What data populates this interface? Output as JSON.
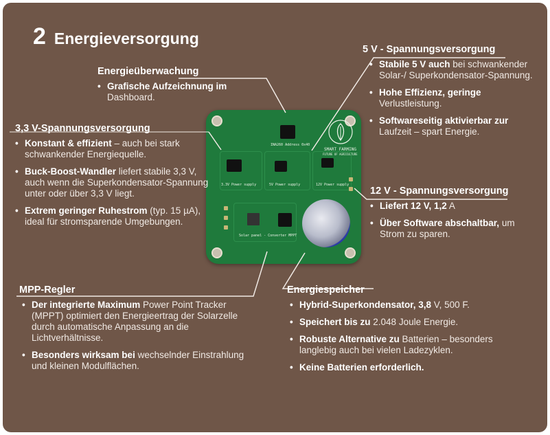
{
  "header": {
    "number": "2",
    "title": "Energieversorgung"
  },
  "board_labels": {
    "brand": "SMART FARMING",
    "brand_sub": "FUTURE OF AGRICULTURE",
    "ina_label": "INA260 Address 0x40",
    "supply_33": "3.3V Power supply",
    "supply_5": "5V Power supply",
    "supply_12": "12V Power supply",
    "mppt_label": "Solar panel - Converter MPPT"
  },
  "sections": {
    "ueberwachung": {
      "heading": "Energieüberwachung",
      "items": [
        {
          "bold": "Grafische Aufzeichnung im",
          "text": " Dashboard."
        }
      ]
    },
    "v33": {
      "heading": "3,3 V-Spannungsversorgung",
      "items": [
        {
          "bold": "Konstant & effizient",
          "text": " – auch bei stark schwankender Energiequelle."
        },
        {
          "bold": "Buck-Boost-Wandler",
          "text": " liefert stabile 3,3 V, auch wenn die Superkondensator-Spannung unter oder über 3,3 V liegt."
        },
        {
          "bold": "Extrem geringer Ruhestrom",
          "text": " (typ. 15 µA), ideal für stromsparende Umgebungen."
        }
      ]
    },
    "v5": {
      "heading": "5 V - Spannungsversorgung",
      "items": [
        {
          "bold": "Stabile 5 V auch",
          "text": " bei schwankender Solar-/ Superkondensator-Spannung."
        },
        {
          "bold": "Hohe Effizienz, geringe",
          "text": " Verlustleistung."
        },
        {
          "bold": "Softwareseitig aktivierbar zur",
          "text": " Laufzeit – spart Energie."
        }
      ]
    },
    "v12": {
      "heading": "12 V - Spannungsversorgung",
      "items": [
        {
          "bold": "Liefert 12 V, 1,2",
          "text": " A"
        },
        {
          "bold": "Über Software abschaltbar,",
          "text": " um Strom zu sparen."
        }
      ]
    },
    "mpp": {
      "heading": "MPP-Regler",
      "items": [
        {
          "bold": "Der integrierte Maximum",
          "text": " Power Point Tracker (MPPT) optimiert den Energieertrag der Solarzelle durch automatische Anpassung an die Lichtverhältnisse."
        },
        {
          "bold": "Besonders wirksam bei",
          "text": " wechselnder Einstrahlung und kleinen Modulflächen."
        }
      ]
    },
    "speicher": {
      "heading": "Energiespeicher",
      "items": [
        {
          "bold": "Hybrid-Superkondensator, 3,8",
          "text": " V, 500 F."
        },
        {
          "bold": "Speichert bis zu",
          "text": " 2.048 Joule Energie."
        },
        {
          "bold": "Robuste Alternative zu",
          "text": " Batterien – besonders langlebig auch bei vielen Ladezyklen."
        },
        {
          "bold": "Keine Batterien erforderlich.",
          "text": ""
        }
      ]
    }
  },
  "colors": {
    "background": "#6f5648",
    "pcb": "#1f7a3c",
    "text": "#ffffff"
  }
}
